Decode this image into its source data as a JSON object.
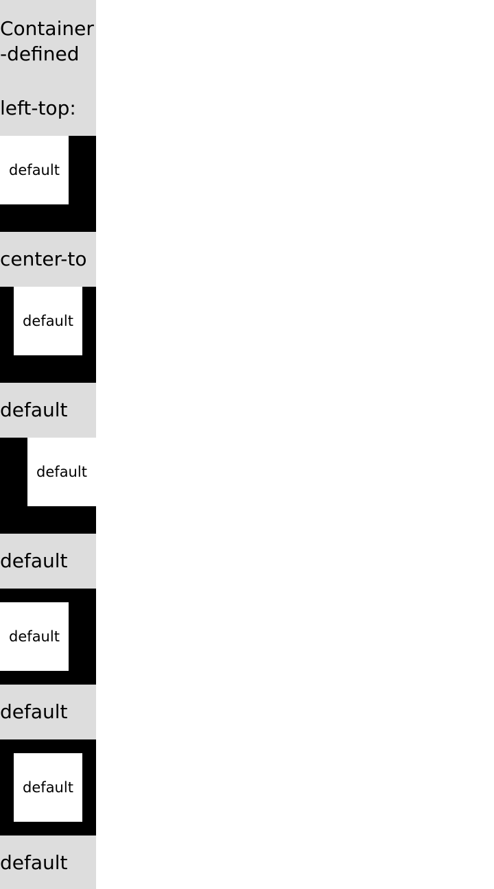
{
  "heading": "Container-defined",
  "sections": [
    {
      "label": "left-top:",
      "tile_label": "default"
    },
    {
      "label": "center-to",
      "tile_label": "default"
    },
    {
      "label": "default",
      "tile_label": "default"
    },
    {
      "label": "default",
      "tile_label": "default"
    },
    {
      "label": "default",
      "tile_label": "default"
    }
  ],
  "final_label": "default",
  "colors": {
    "label_background": "#dddddd",
    "frame_background": "#000000",
    "tile_background": "#ffffff",
    "page_background": "#ffffff",
    "text": "#000000"
  }
}
